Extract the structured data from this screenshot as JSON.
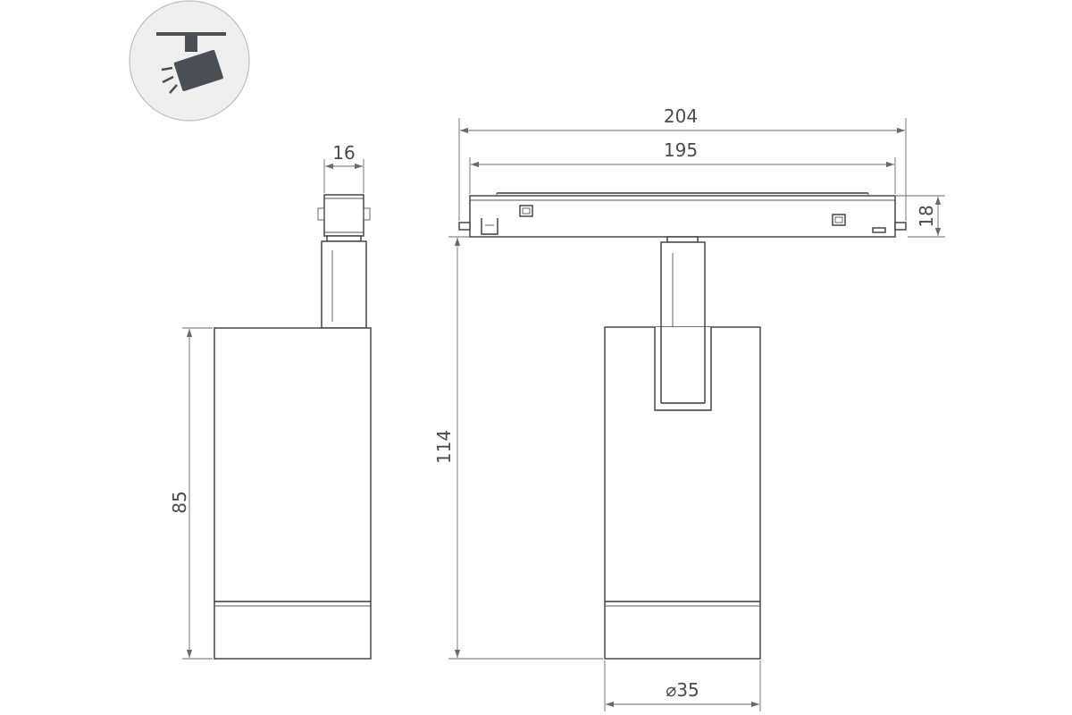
{
  "icon": {
    "name": "track-spotlight-icon"
  },
  "dimensions": {
    "side_width": "16",
    "total_length": "204",
    "track_length": "195",
    "track_height": "18",
    "total_height": "114",
    "body_height": "85",
    "diameter": "⌀35"
  },
  "colors": {
    "line": "#3a3a3a",
    "dimension": "#6a6a6a",
    "icon_dark": "#4a4f55",
    "icon_bg": "#efefef"
  }
}
